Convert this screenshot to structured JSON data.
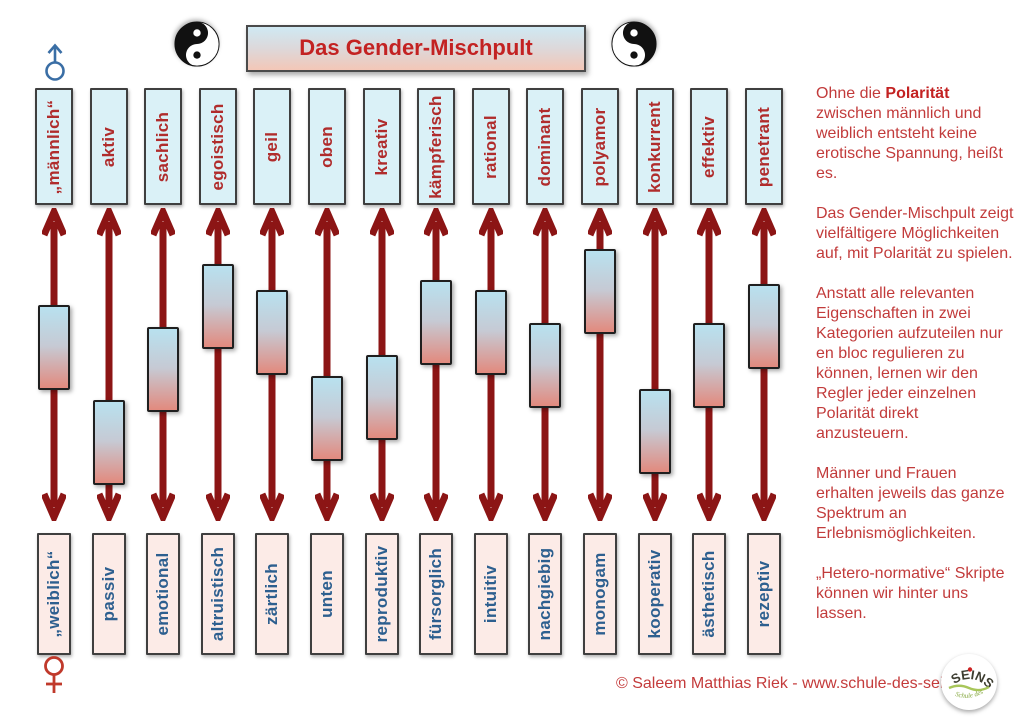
{
  "title": "Das Gender-Mischpult",
  "icons": {
    "male_symbol": "mars-arrow-up-icon",
    "female_symbol": "venus-icon",
    "left_symbol": "yin-yang-icon",
    "right_symbol": "yin-yang-icon"
  },
  "channels": [
    {
      "top": "„männlich“",
      "bottom": "„weiblich“",
      "slider_percent": 42
    },
    {
      "top": "aktiv",
      "bottom": "passiv",
      "slider_percent": 86
    },
    {
      "top": "sachlich",
      "bottom": "emotional",
      "slider_percent": 52
    },
    {
      "top": "egoistisch",
      "bottom": "altruistisch",
      "slider_percent": 23
    },
    {
      "top": "geil",
      "bottom": "zärtlich",
      "slider_percent": 35
    },
    {
      "top": "oben",
      "bottom": "unten",
      "slider_percent": 75
    },
    {
      "top": "kreativ",
      "bottom": "reproduktiv",
      "slider_percent": 65
    },
    {
      "top": "kämpferisch",
      "bottom": "fürsorglich",
      "slider_percent": 30
    },
    {
      "top": "rational",
      "bottom": "intuitiv",
      "slider_percent": 35
    },
    {
      "top": "dominant",
      "bottom": "nachgiebig",
      "slider_percent": 50
    },
    {
      "top": "polyamor",
      "bottom": "monogam",
      "slider_percent": 16
    },
    {
      "top": "konkurrent",
      "bottom": "kooperativ",
      "slider_percent": 81
    },
    {
      "top": "effektiv",
      "bottom": "ästhetisch",
      "slider_percent": 50
    },
    {
      "top": "penetrant",
      "bottom": "rezeptiv",
      "slider_percent": 32
    }
  ],
  "sidebar": {
    "p1_prefix": "Ohne die ",
    "p1_bold": "Polarität",
    "p1_rest": " zwischen männlich und weiblich entsteht keine erotische Spannung, heißt es.",
    "p2": "Das Gender-Mischpult zeigt vielfältigere Möglichkeiten auf, mit Polarität zu spielen.",
    "p3": "Anstatt alle relevanten Eigenschaften in zwei Kategorien aufzuteilen nur en bloc regulieren zu können, lernen wir den Regler jeder einzelnen Polarität direkt anzusteuern.",
    "p4": "Männer und Frauen erhalten jeweils das ganze Spektrum an Erlebnismöglichkeiten.",
    "p5": "„Hetero-normative“ Skripte können wir hinter uns lassen."
  },
  "footer": {
    "copyright": "© Saleem Matthias Riek - www.schule-des-seins.de"
  },
  "logo": {
    "name": "SEINS",
    "subtitle": "Schule des"
  },
  "colors": {
    "arrow": "#8c1515",
    "masculine_text": "#b02c2c",
    "feminine_text": "#2d5f8f",
    "masculine_fill": "#daf1f7",
    "feminine_fill": "#fcebe7",
    "sidebar_text": "#c23b3b",
    "title_text": "#c32222"
  }
}
